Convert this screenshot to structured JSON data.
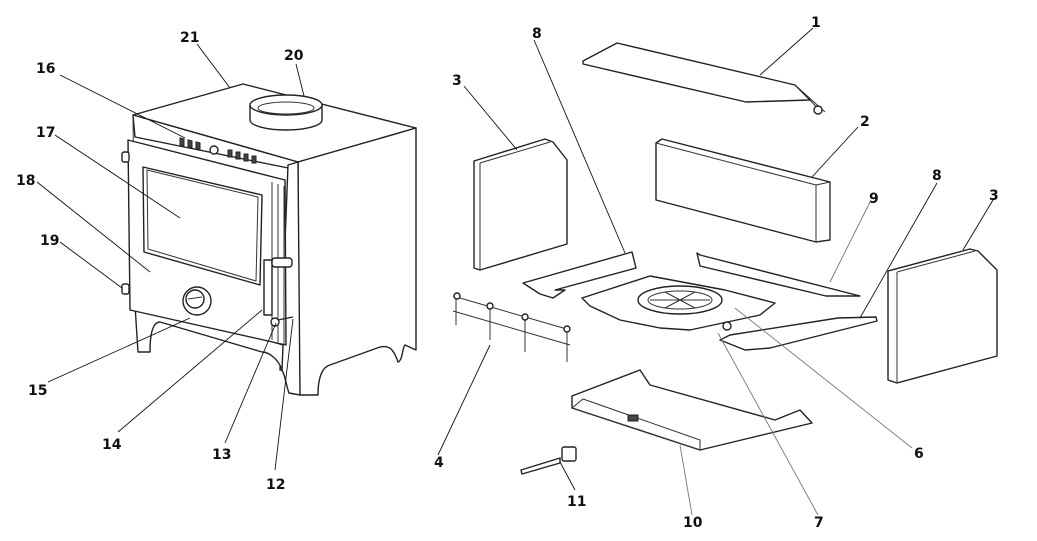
{
  "diagram": {
    "type": "exploded-parts-diagram",
    "subject": "wood-burning stove",
    "callouts": [
      {
        "id": "c1",
        "label": "1",
        "part": "baffle-plate"
      },
      {
        "id": "c2",
        "label": "2",
        "part": "rear-firebrick"
      },
      {
        "id": "c3a",
        "label": "3",
        "part": "side-firebrick-left"
      },
      {
        "id": "c3b",
        "label": "3",
        "part": "side-firebrick-right"
      },
      {
        "id": "c4",
        "label": "4",
        "part": "log-guard"
      },
      {
        "id": "c6",
        "label": "6",
        "part": "grate-riddler"
      },
      {
        "id": "c7",
        "label": "7",
        "part": "grate-plate"
      },
      {
        "id": "c8a",
        "label": "8",
        "part": "brick-retainer-left"
      },
      {
        "id": "c8b",
        "label": "8",
        "part": "brick-retainer-right"
      },
      {
        "id": "c9",
        "label": "9",
        "part": "rear-brick-retainer"
      },
      {
        "id": "c10",
        "label": "10",
        "part": "ash-pan"
      },
      {
        "id": "c11",
        "label": "11",
        "part": "riddling-tool"
      },
      {
        "id": "c12",
        "label": "12",
        "part": "door-hinge-pin"
      },
      {
        "id": "c13",
        "label": "13",
        "part": "door-hinge"
      },
      {
        "id": "c14",
        "label": "14",
        "part": "door-handle"
      },
      {
        "id": "c15",
        "label": "15",
        "part": "air-control-knob"
      },
      {
        "id": "c16",
        "label": "16",
        "part": "airwash-slider"
      },
      {
        "id": "c17",
        "label": "17",
        "part": "door-glass"
      },
      {
        "id": "c18",
        "label": "18",
        "part": "door"
      },
      {
        "id": "c19",
        "label": "19",
        "part": "door-catch"
      },
      {
        "id": "c20",
        "label": "20",
        "part": "flue-collar"
      },
      {
        "id": "c21",
        "label": "21",
        "part": "top-plate"
      }
    ]
  }
}
